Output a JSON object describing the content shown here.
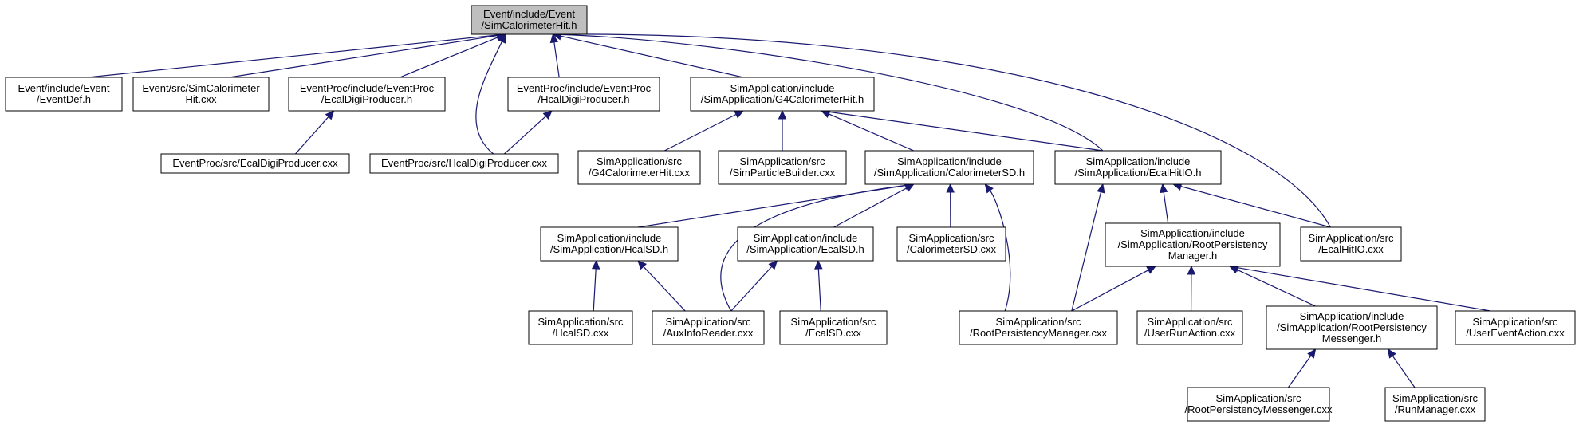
{
  "colors": {
    "edge": "#191970",
    "root_fill": "#bfbfbf",
    "node_fill": "#ffffff",
    "node_border": "#000000"
  },
  "nodes": [
    {
      "id": "root",
      "root": true,
      "lines": [
        "Event/include/Event",
        "/SimCalorimeterHit.h"
      ]
    },
    {
      "id": "eventdef",
      "lines": [
        "Event/include/Event",
        "/EventDef.h"
      ]
    },
    {
      "id": "simcalhitcxx",
      "lines": [
        "Event/src/SimCalorimeter",
        "Hit.cxx"
      ]
    },
    {
      "id": "ecaldigih",
      "lines": [
        "EventProc/include/EventProc",
        "/EcalDigiProducer.h"
      ]
    },
    {
      "id": "hcaldigih",
      "lines": [
        "EventProc/include/EventProc",
        "/HcalDigiProducer.h"
      ]
    },
    {
      "id": "g4calhith",
      "lines": [
        "SimApplication/include",
        "/SimApplication/G4CalorimeterHit.h"
      ]
    },
    {
      "id": "ecaldigicxx",
      "lines": [
        "EventProc/src/EcalDigiProducer.cxx"
      ]
    },
    {
      "id": "hcaldigicxx",
      "lines": [
        "EventProc/src/HcalDigiProducer.cxx"
      ]
    },
    {
      "id": "g4calhitcxx",
      "lines": [
        "SimApplication/src",
        "/G4CalorimeterHit.cxx"
      ]
    },
    {
      "id": "simparticle",
      "lines": [
        "SimApplication/src",
        "/SimParticleBuilder.cxx"
      ]
    },
    {
      "id": "calsdh",
      "lines": [
        "SimApplication/include",
        "/SimApplication/CalorimeterSD.h"
      ]
    },
    {
      "id": "ecalhitioh",
      "lines": [
        "SimApplication/include",
        "/SimApplication/EcalHitIO.h"
      ]
    },
    {
      "id": "hcalsdh",
      "lines": [
        "SimApplication/include",
        "/SimApplication/HcalSD.h"
      ]
    },
    {
      "id": "ecalsdh",
      "lines": [
        "SimApplication/include",
        "/SimApplication/EcalSD.h"
      ]
    },
    {
      "id": "calsdcxx",
      "lines": [
        "SimApplication/src",
        "/CalorimeterSD.cxx"
      ]
    },
    {
      "id": "rootpmh",
      "lines": [
        "SimApplication/include",
        "/SimApplication/RootPersistency",
        "Manager.h"
      ]
    },
    {
      "id": "ecalhitiocxx",
      "lines": [
        "SimApplication/src",
        "/EcalHitIO.cxx"
      ]
    },
    {
      "id": "hcalsdcxx",
      "lines": [
        "SimApplication/src",
        "/HcalSD.cxx"
      ]
    },
    {
      "id": "auxinfo",
      "lines": [
        "SimApplication/src",
        "/AuxInfoReader.cxx"
      ]
    },
    {
      "id": "ecalsdcxx",
      "lines": [
        "SimApplication/src",
        "/EcalSD.cxx"
      ]
    },
    {
      "id": "rootpmcxx",
      "lines": [
        "SimApplication/src",
        "/RootPersistencyManager.cxx"
      ]
    },
    {
      "id": "userrun",
      "lines": [
        "SimApplication/src",
        "/UserRunAction.cxx"
      ]
    },
    {
      "id": "rootpmessh",
      "lines": [
        "SimApplication/include",
        "/SimApplication/RootPersistency",
        "Messenger.h"
      ]
    },
    {
      "id": "userevent",
      "lines": [
        "SimApplication/src",
        "/UserEventAction.cxx"
      ]
    },
    {
      "id": "rootpmesscxx",
      "lines": [
        "SimApplication/src",
        "/RootPersistencyMessenger.cxx"
      ]
    },
    {
      "id": "runmanager",
      "lines": [
        "SimApplication/src",
        "/RunManager.cxx"
      ]
    }
  ],
  "edges": [
    {
      "from": "eventdef",
      "to": "root"
    },
    {
      "from": "simcalhitcxx",
      "to": "root"
    },
    {
      "from": "ecaldigih",
      "to": "root"
    },
    {
      "from": "hcaldigih",
      "to": "root"
    },
    {
      "from": "hcaldigicxx",
      "to": "root"
    },
    {
      "from": "g4calhith",
      "to": "root"
    },
    {
      "from": "ecalhitioh",
      "to": "root"
    },
    {
      "from": "ecalhitiocxx",
      "to": "root"
    },
    {
      "from": "ecaldigicxx",
      "to": "ecaldigih"
    },
    {
      "from": "hcaldigicxx",
      "to": "hcaldigih"
    },
    {
      "from": "g4calhitcxx",
      "to": "g4calhith"
    },
    {
      "from": "simparticle",
      "to": "g4calhith"
    },
    {
      "from": "calsdh",
      "to": "g4calhith"
    },
    {
      "from": "ecalhitioh",
      "to": "g4calhith"
    },
    {
      "from": "hcalsdh",
      "to": "calsdh"
    },
    {
      "from": "auxinfo",
      "to": "calsdh"
    },
    {
      "from": "ecalsdh",
      "to": "calsdh"
    },
    {
      "from": "calsdcxx",
      "to": "calsdh"
    },
    {
      "from": "rootpmcxx",
      "to": "calsdh"
    },
    {
      "from": "rootpmcxx",
      "to": "ecalhitioh"
    },
    {
      "from": "rootpmh",
      "to": "ecalhitioh"
    },
    {
      "from": "ecalhitiocxx",
      "to": "ecalhitioh"
    },
    {
      "from": "hcalsdcxx",
      "to": "hcalsdh"
    },
    {
      "from": "auxinfo",
      "to": "hcalsdh"
    },
    {
      "from": "auxinfo",
      "to": "ecalsdh"
    },
    {
      "from": "ecalsdcxx",
      "to": "ecalsdh"
    },
    {
      "from": "rootpmcxx",
      "to": "rootpmh"
    },
    {
      "from": "userrun",
      "to": "rootpmh"
    },
    {
      "from": "rootpmessh",
      "to": "rootpmh"
    },
    {
      "from": "userevent",
      "to": "rootpmh"
    },
    {
      "from": "rootpmesscxx",
      "to": "rootpmessh"
    },
    {
      "from": "runmanager",
      "to": "rootpmessh"
    }
  ]
}
